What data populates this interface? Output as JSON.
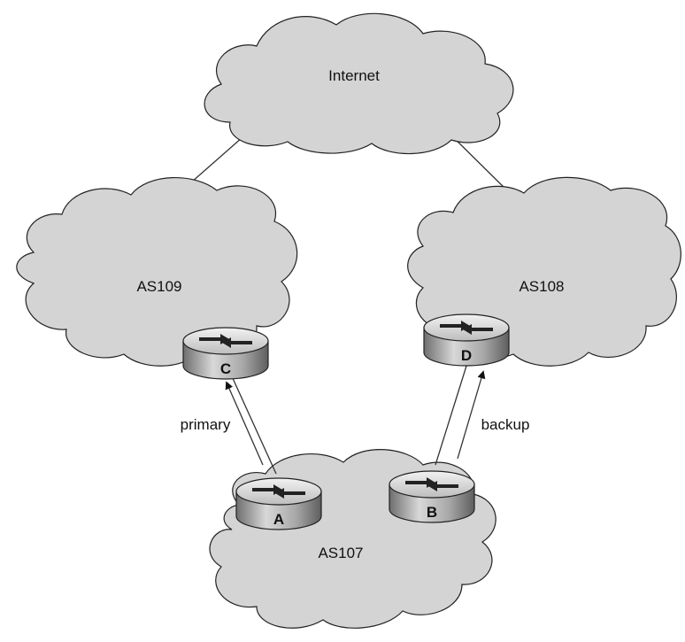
{
  "colors": {
    "cloud_fill": "#d4d4d4",
    "outline": "#222222",
    "router_body": "#b8b8b8"
  },
  "clouds": {
    "internet": "Internet",
    "as109": "AS109",
    "as108": "AS108",
    "as107": "AS107"
  },
  "routers": {
    "c": "C",
    "d": "D",
    "a": "A",
    "b": "B"
  },
  "links": {
    "primary": "primary",
    "backup": "backup"
  }
}
